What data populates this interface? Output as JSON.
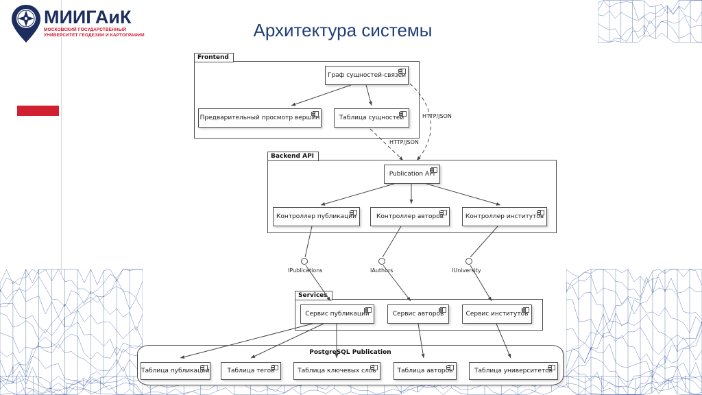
{
  "slide": {
    "title": "Архитектура системы",
    "logo": {
      "acronym": "МИИГАиК",
      "line1": "МОСКОВСКИЙ ГОСУДАРСТВЕННЫЙ",
      "line2": "УНИВЕРСИТЕТ ГЕОДЕЗИИ И КАРТОГРАФИИ"
    },
    "accent_colors": {
      "navy": "#1c2d5e",
      "red": "#ce1126",
      "title_blue": "#1f3f77",
      "mesh_blue": "#31529b",
      "red_bar": "#d1202f"
    }
  },
  "diagram": {
    "packages": {
      "frontend": "Frontend",
      "backend": "Backend API",
      "services": "Services"
    },
    "components": {
      "graph": "Граф сущностей-связей",
      "preview": "Предварительный просмотр вершин",
      "entity_table": "Таблица сущностей",
      "publication_api": "Publication API",
      "ctrl_publications": "Контроллер публикаций",
      "ctrl_authors": "Контроллер авторов",
      "ctrl_institutes": "Контроллер институтов",
      "svc_publications": "Сервис публикаций",
      "svc_authors": "Сервис авторов",
      "svc_institutes": "Сервис институтов"
    },
    "interfaces": {
      "publications": "IPublications",
      "authors": "IAuthors",
      "university": "IUniversity"
    },
    "database": {
      "label": "PostgreSQL Publication",
      "tables": [
        "Таблица публикаций",
        "Таблица тегов",
        "Таблица ключевых слов",
        "Таблица авторов",
        "Таблица университетов"
      ]
    },
    "edge_labels": {
      "frontend_backend_right": "HTTP/JSON",
      "frontend_backend_left": "HTTP/JSON"
    }
  }
}
